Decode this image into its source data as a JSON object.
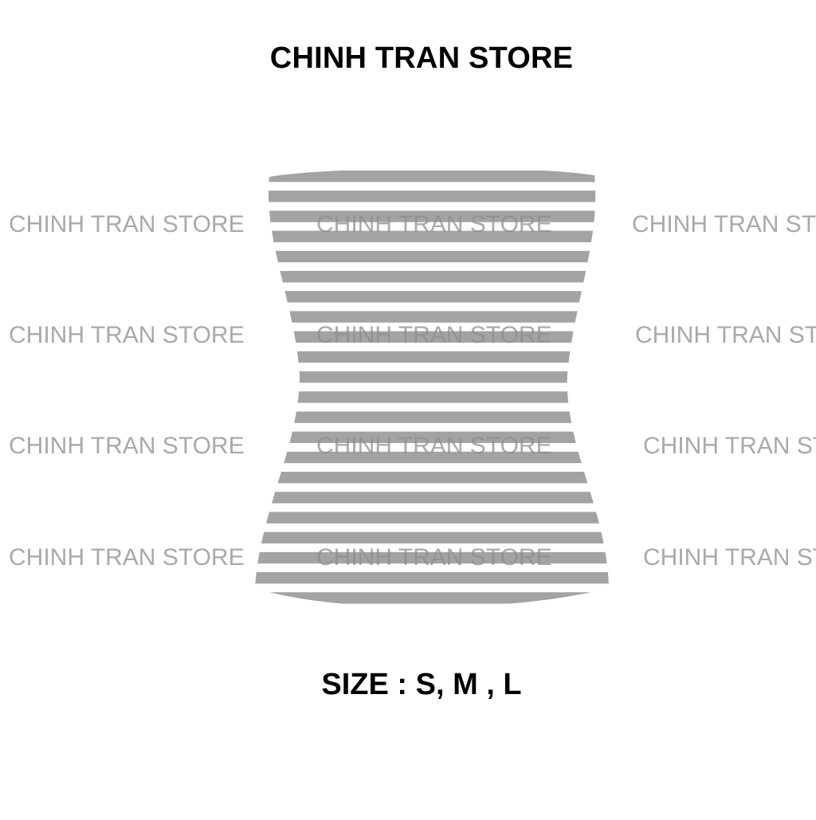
{
  "header": {
    "store_name": "CHINH TRAN STORE"
  },
  "product": {
    "image_icon": "striped-tube-top",
    "stripe_colors": {
      "gray": "#a3a3a3",
      "white": "#ffffff"
    },
    "size_text": "SIZE : S, M , L"
  },
  "watermark": {
    "text": "CHINH TRAN STORE"
  }
}
